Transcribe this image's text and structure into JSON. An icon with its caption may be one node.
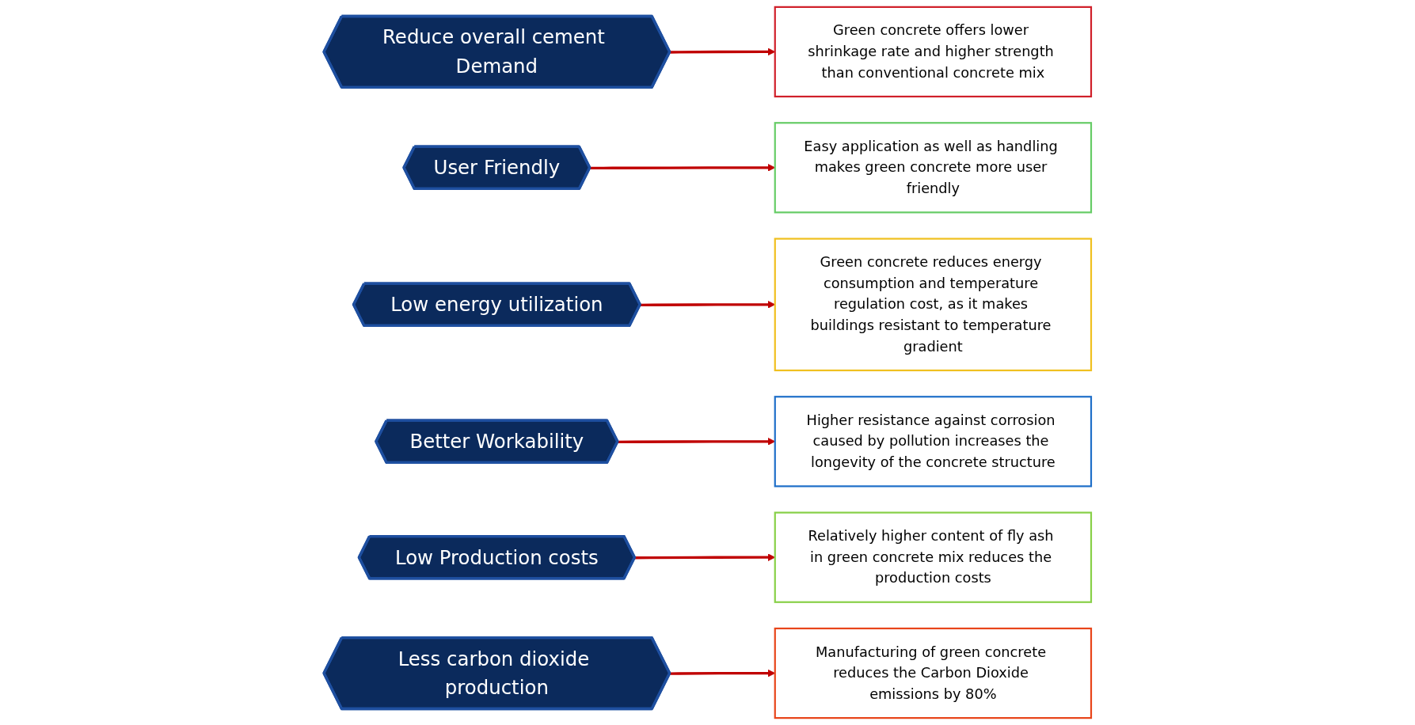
{
  "diagram": {
    "nodes": [
      {
        "text": [
          "Green concrete offers lower shrinkage rate and higher strength than conventional concrete mix"
        ]
      },
      {
        "text": [
          "Reduce overall cement Demand"
        ]
      },
      {
        "text": [
          "User Friendly"
        ]
      },
      {
        "text": [
          "Easy application as well as handling makes green concrete more user friendly"
        ]
      },
      {
        "text": [
          "Green concrete reduces energy consumption and temperature regulation cost, as it makes buildings resistant to temperature gradient"
        ]
      },
      {
        "text": [
          "Low energy utilization"
        ]
      },
      {
        "text": [
          "Better Workability"
        ]
      },
      {
        "text": [
          "Higher resistance against corrosion caused by pollution increases the longevity of the concrete structure"
        ]
      },
      {
        "text": [
          "Low Production costs"
        ]
      },
      {
        "text": [
          "Less carbon dioxide production"
        ]
      },
      {
        "text": [
          "Manufacturing of green concrete reduces the Carbon Dioxide emissions by 80%"
        ]
      },
      {
        "text": [
          "Relatively higher content of fly ash in green concrete mix reduces the production costs"
        ]
      }
    ],
    "edges": [
      {
        "from": 1,
        "to": 0,
        "arrow": "to"
      },
      {
        "from": 2,
        "to": 3,
        "arrow": "to"
      },
      {
        "from": 5,
        "to": 4,
        "arrow": "to"
      },
      {
        "from": 6,
        "to": 7,
        "arrow": "to"
      },
      {
        "from": 8,
        "to": 11,
        "arrow": "to"
      },
      {
        "from": 9,
        "to": 10,
        "arrow": "to"
      }
    ]
  }
}
